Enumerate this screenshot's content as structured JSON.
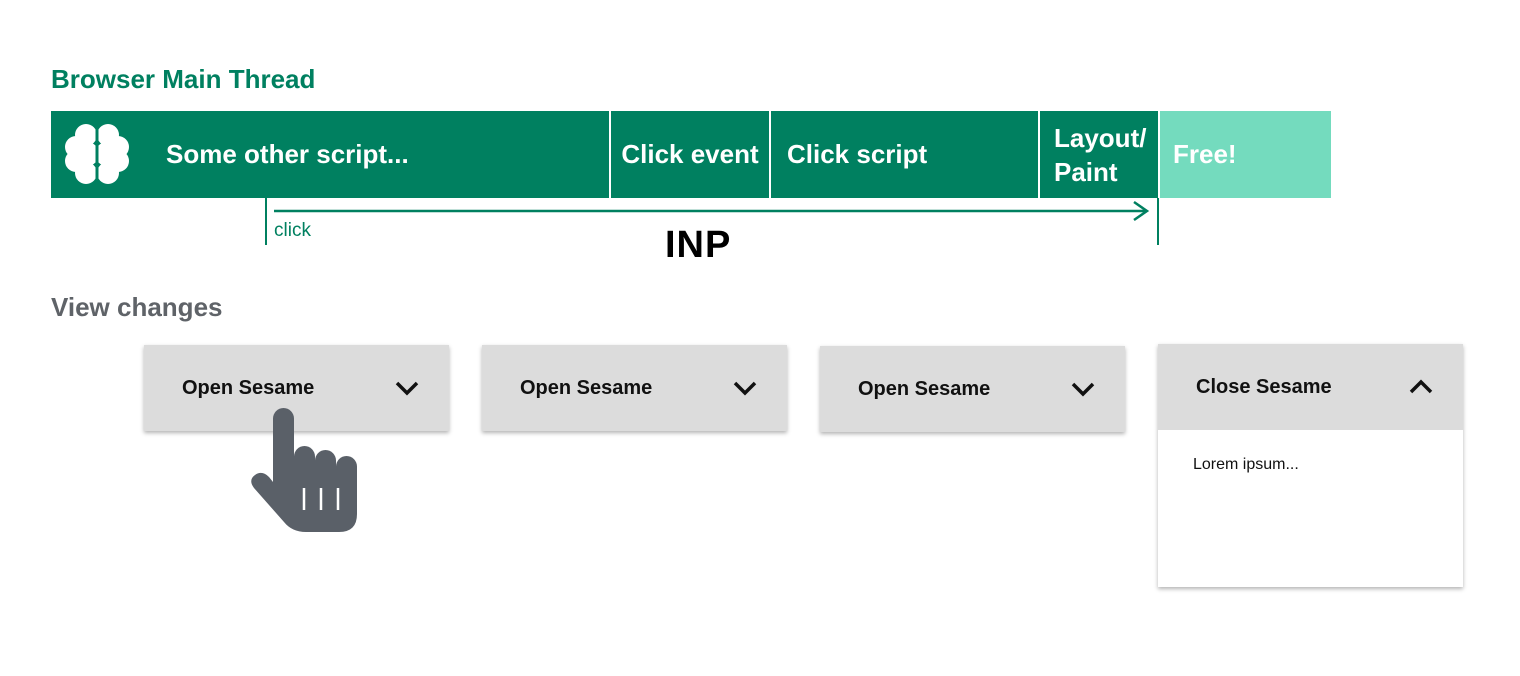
{
  "colors": {
    "main_green": "#008060",
    "free_green": "#74dbbe",
    "gray_text": "#5f6368",
    "card_bg": "#dcdcdc",
    "hand": "#5a6068"
  },
  "thread": {
    "title": "Browser Main Thread",
    "segments": [
      {
        "label": "Some other script...",
        "icon": "brain-icon"
      },
      {
        "label": "Click event"
      },
      {
        "label": "Click script"
      },
      {
        "label": "Layout/ Paint"
      },
      {
        "label": "Free!"
      }
    ]
  },
  "timeline": {
    "start_label": "click",
    "metric_label": "INP"
  },
  "view": {
    "title": "View changes",
    "cards": [
      {
        "label": "Open Sesame",
        "icon": "chevron-down-icon"
      },
      {
        "label": "Open Sesame",
        "icon": "chevron-down-icon"
      },
      {
        "label": "Open Sesame",
        "icon": "chevron-down-icon"
      },
      {
        "label": "Close Sesame",
        "icon": "chevron-up-icon",
        "body": "Lorem ipsum..."
      }
    ],
    "pointer_icon": "hand-pointer-icon"
  }
}
